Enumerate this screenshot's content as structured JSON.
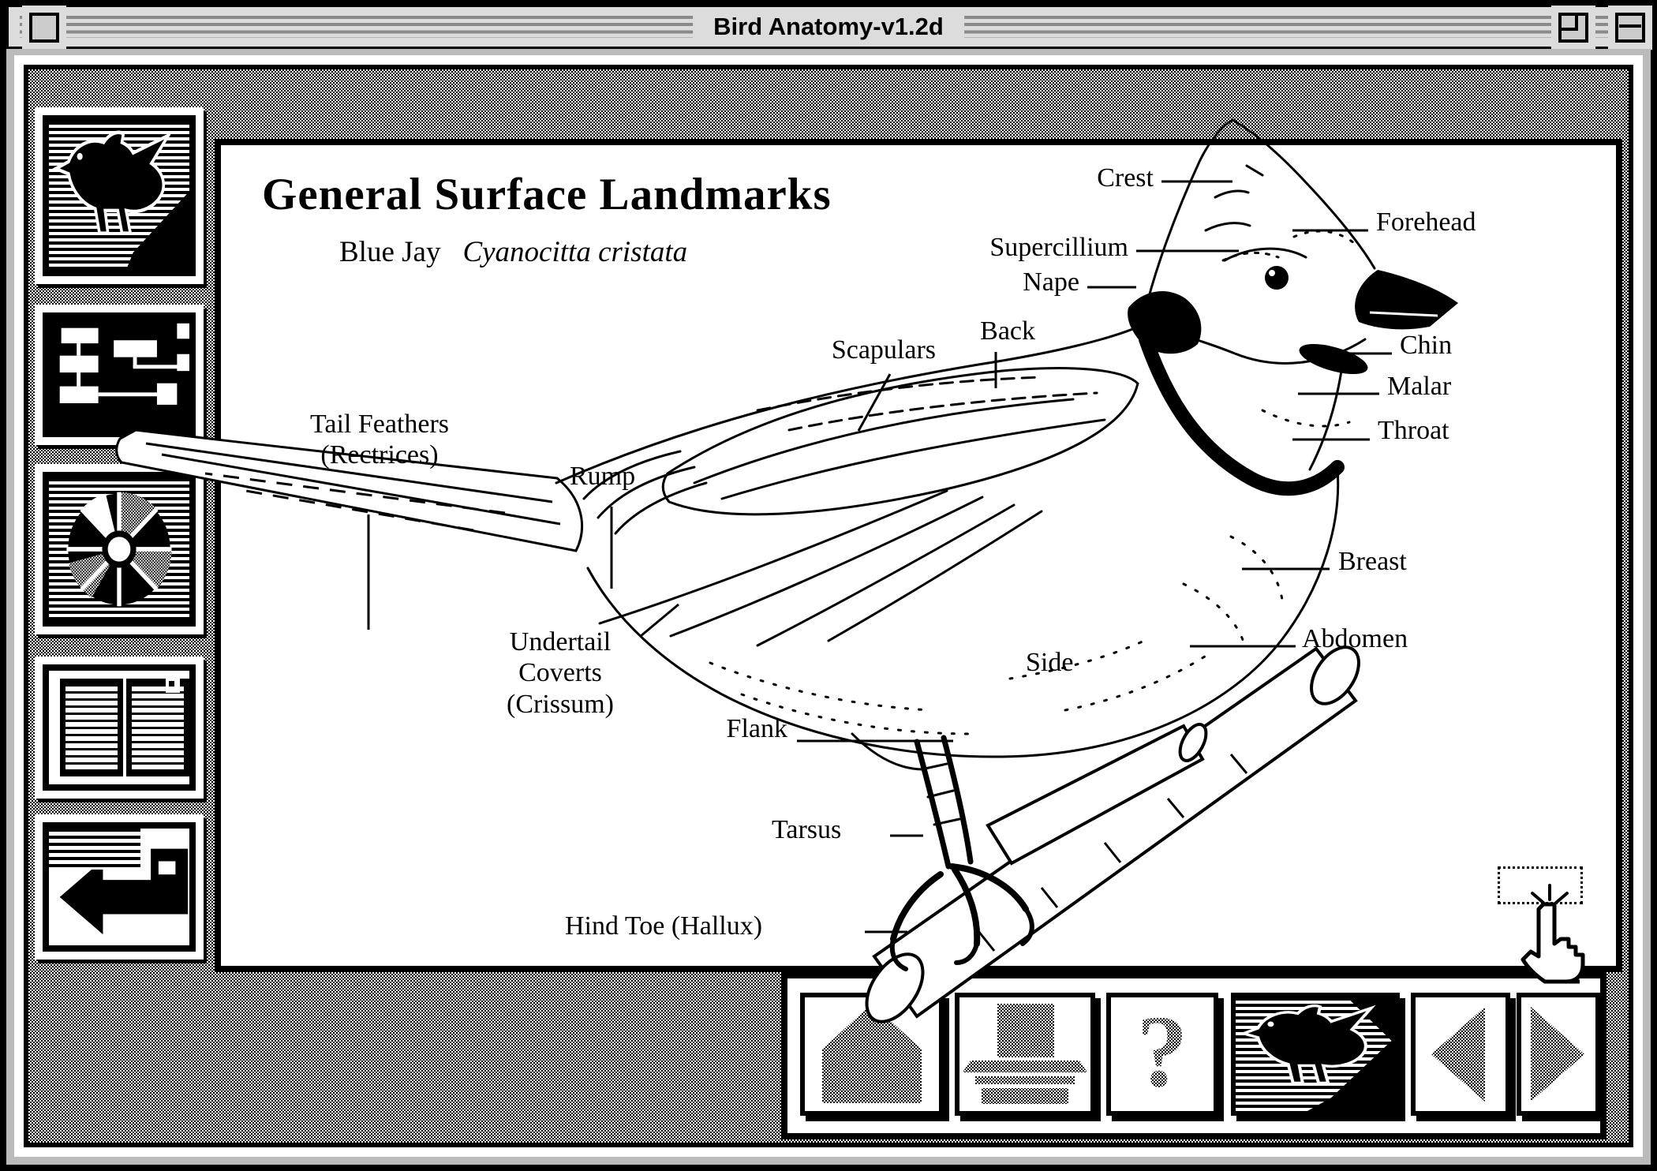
{
  "window": {
    "title": "Bird Anatomy-v1.2d",
    "controls": {
      "close": "close-box",
      "zoom": "zoom-box",
      "collapse": "collapse-box"
    }
  },
  "colors": {
    "titlebar_bg": "#dcdcdc",
    "stripe": "#8a8a8a",
    "ink": "#000000",
    "paper": "#ffffff",
    "frame_gray": "#bbbbbb"
  },
  "sidebar": {
    "buttons": [
      {
        "icon": "bird-icon"
      },
      {
        "icon": "flowchart-icon"
      },
      {
        "icon": "wheel-icon"
      },
      {
        "icon": "book-pages-icon"
      },
      {
        "icon": "return-arrow-icon"
      }
    ]
  },
  "content": {
    "title": "General Surface Landmarks",
    "common_name": "Blue Jay",
    "species_name": "Cyanocitta cristata"
  },
  "diagram": {
    "labels": [
      {
        "text": "Crest"
      },
      {
        "text": "Forehead"
      },
      {
        "text": "Supercillium"
      },
      {
        "text": "Nape"
      },
      {
        "text": "Back"
      },
      {
        "text": "Scapulars"
      },
      {
        "text": "Chin"
      },
      {
        "text": "Malar"
      },
      {
        "text": "Throat"
      },
      {
        "text": "Breast"
      },
      {
        "text": "Abdomen"
      },
      {
        "text": "Side"
      },
      {
        "text": "Flank"
      },
      {
        "text": "Undertail\nCoverts\n(Crissum)"
      },
      {
        "text": "Tail Feathers\n(Rectrices)"
      },
      {
        "text": "Rump"
      },
      {
        "text": "Tarsus"
      },
      {
        "text": "Hind Toe (Hallux)"
      }
    ]
  },
  "toolbar": {
    "help_glyph": "?",
    "buttons": [
      {
        "icon": "home-icon"
      },
      {
        "icon": "printer-icon"
      },
      {
        "icon": "question-mark-icon"
      },
      {
        "icon": "bird-icon"
      },
      {
        "icon": "previous-arrow-icon"
      },
      {
        "icon": "next-arrow-icon"
      }
    ]
  }
}
